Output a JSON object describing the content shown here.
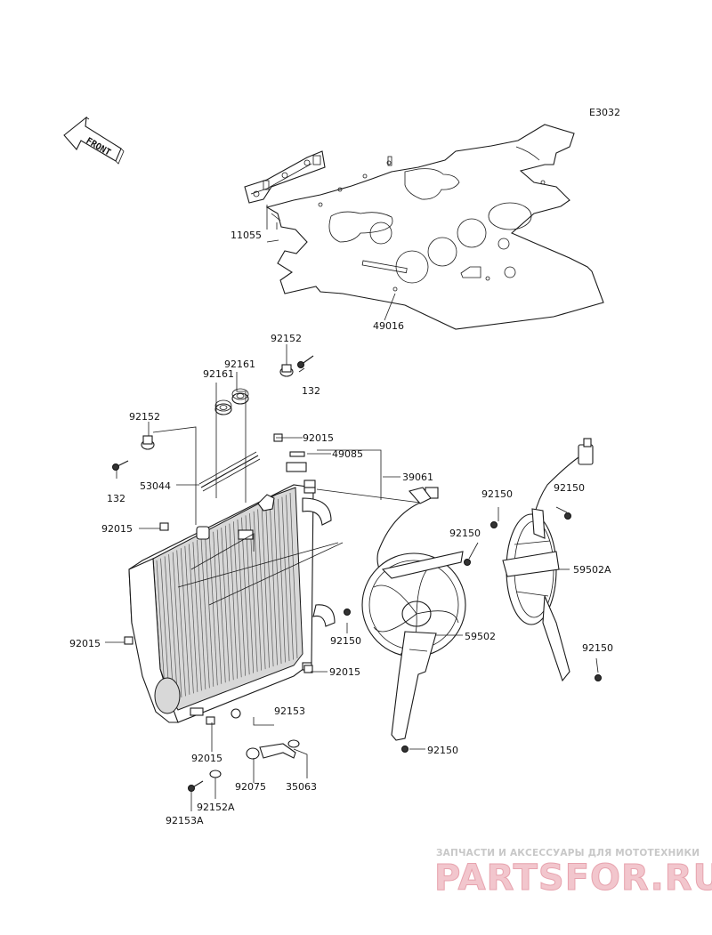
{
  "diagram_code": "E3032",
  "front_label": "FRONT",
  "parts": {
    "p11055": "11055",
    "p49016": "49016",
    "p92152_top": "92152",
    "p92161_a": "92161",
    "p92161_b": "92161",
    "p132_top": "132",
    "p92152_left": "92152",
    "p132_left": "132",
    "p92015_top": "92015",
    "p49085": "49085",
    "p39061": "39061",
    "p53044": "53044",
    "p92015_left": "92015",
    "p92150_a": "92150",
    "p92150_b": "92150",
    "p92150_c": "92150",
    "p59502A": "59502A",
    "p92015_lower_left": "92015",
    "p92150_d": "92150",
    "p59502": "59502",
    "p92150_e": "92150",
    "p92015_mid": "92015",
    "p92153": "92153",
    "p92150_f": "92150",
    "p92015_bottom": "92015",
    "p92075": "92075",
    "p35063": "35063",
    "p92152A": "92152A",
    "p92153A": "92153A"
  },
  "watermark": {
    "subtitle": "ЗАПЧАСТИ И АКСЕССУАРЫ ДЛЯ МОТОТЕХНИКИ",
    "logo": "PARTSFOR.RU"
  }
}
